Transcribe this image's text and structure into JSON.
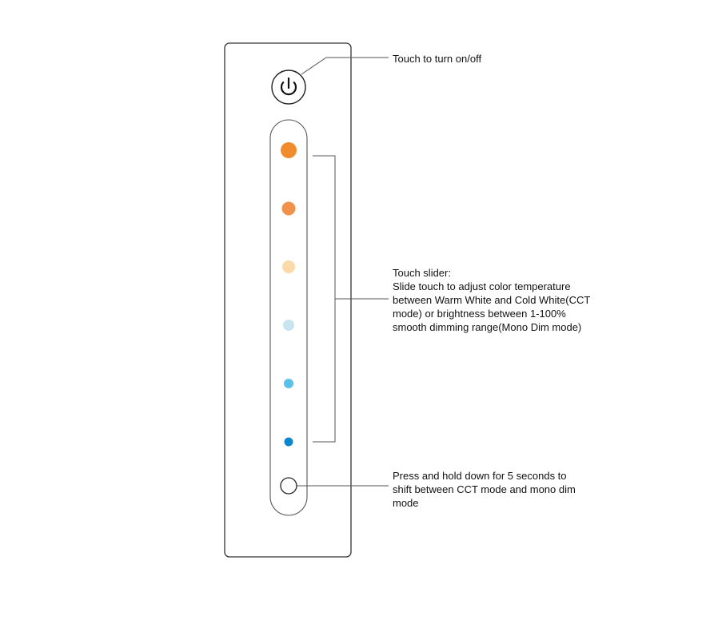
{
  "power": {
    "label": "Touch to turn on/off",
    "icon": "power-icon"
  },
  "slider": {
    "title": "Touch slider:",
    "lines": [
      "Slide touch to adjust color temperature",
      "between Warm White and Cold White(CCT",
      "mode) or brightness between 1-100%",
      "smooth dimming range(Mono Dim mode)"
    ],
    "dot_colors": [
      "#f28a2e",
      "#f0924a",
      "#fbd9a8",
      "#c7e4ef",
      "#5bbfea",
      "#0a86cf"
    ]
  },
  "mode_button": {
    "lines": [
      "Press and hold down for 5 seconds to",
      "shift between CCT mode and mono dim",
      "mode"
    ]
  },
  "colors": {
    "outline": "#333333",
    "leader": "#555555"
  }
}
